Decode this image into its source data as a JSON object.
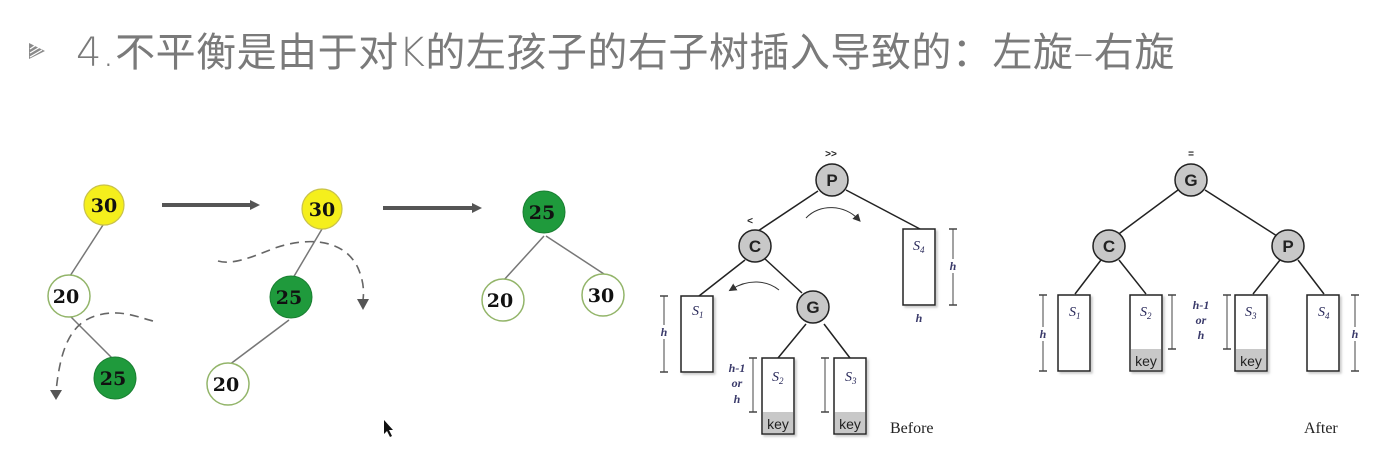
{
  "slide": {
    "title": "4.不平衡是由于对K的左孩子的右子树插入导致的：左旋–右旋",
    "bullet_icon": "play-triangle-icon"
  },
  "example_rotation": {
    "stages": [
      {
        "name": "initial",
        "nodes": [
          {
            "id": "n30",
            "label": "30",
            "fill": "#f5ef1c"
          },
          {
            "id": "n20",
            "label": "20",
            "fill": "#ffffff"
          },
          {
            "id": "n25",
            "label": "25",
            "fill": "#1f9a3c"
          }
        ]
      },
      {
        "name": "after-left-rotation",
        "nodes": [
          {
            "id": "n30",
            "label": "30",
            "fill": "#f5ef1c"
          },
          {
            "id": "n25",
            "label": "25",
            "fill": "#1f9a3c"
          },
          {
            "id": "n20",
            "label": "20",
            "fill": "#ffffff"
          }
        ]
      },
      {
        "name": "after-right-rotation",
        "nodes": [
          {
            "id": "n25",
            "label": "25",
            "fill": "#1f9a3c"
          },
          {
            "id": "n20",
            "label": "20",
            "fill": "#ffffff"
          },
          {
            "id": "n30",
            "label": "30",
            "fill": "#ffffff"
          }
        ]
      }
    ]
  },
  "before_diagram": {
    "caption": "Before",
    "root_marker": ">>",
    "c_marker": "<",
    "nodes": {
      "p": "P",
      "c": "C",
      "g": "G"
    },
    "subtrees": {
      "s1": "S",
      "s1_sub": "1",
      "s2": "S",
      "s2_sub": "2",
      "s3": "S",
      "s3_sub": "3",
      "s4": "S",
      "s4_sub": "4"
    },
    "heights": {
      "s1": "h",
      "s4": "h",
      "s4_bottom": "h",
      "s2_line1": "h-1",
      "s2_line2": "or",
      "s2_line3": "h"
    },
    "key_label": "key"
  },
  "after_diagram": {
    "caption": "After",
    "root_marker": "=",
    "nodes": {
      "g": "G",
      "c": "C",
      "p": "P"
    },
    "subtrees": {
      "s1": "S",
      "s1_sub": "1",
      "s2": "S",
      "s2_sub": "2",
      "s3": "S",
      "s3_sub": "3",
      "s4": "S",
      "s4_sub": "4"
    },
    "heights": {
      "s1": "h",
      "s4": "h",
      "mid_line1": "h-1",
      "mid_line2": "or",
      "mid_line3": "h"
    },
    "key_label": "key"
  },
  "colors": {
    "title_gray": "#7a7a7a",
    "yellow_node": "#f5ef1c",
    "green_node": "#1f9a3c",
    "node_gray": "#c8c8c8",
    "key_fill": "#c8c8c8"
  }
}
